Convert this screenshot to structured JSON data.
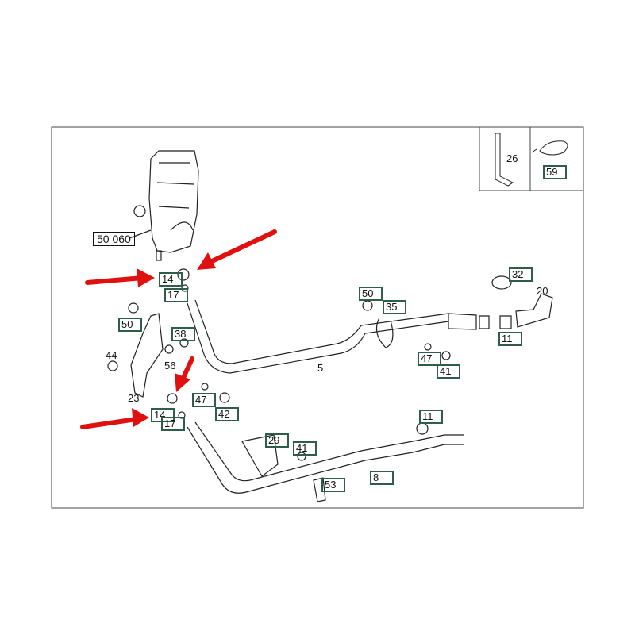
{
  "inset": {
    "labels": [
      "26",
      "59"
    ]
  },
  "callouts": {
    "assembly": "50 060",
    "top_14": "14",
    "top_17": "17",
    "left_50": "50",
    "c38": "38",
    "c44": "44",
    "c56": "56",
    "c23": "23",
    "mid_47": "47",
    "c42": "42",
    "low_14": "14",
    "low_17": "17",
    "right_50": "50",
    "c35": "35",
    "c32": "32",
    "c20": "20",
    "right_11": "11",
    "right_47": "47",
    "right_41": "41",
    "c5": "5",
    "low_11": "11",
    "c29": "29",
    "low_41": "41",
    "c53": "53",
    "c8": "8"
  },
  "colors": {
    "label_border": "#2e5e4a",
    "arrow": "#e01010"
  }
}
